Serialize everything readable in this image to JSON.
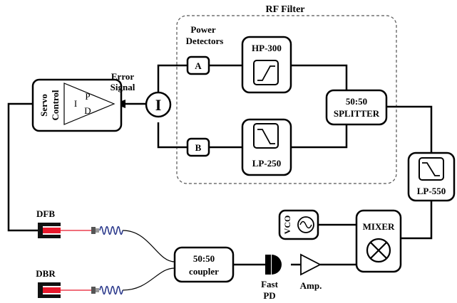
{
  "rf_filter": {
    "title": "RF Filter"
  },
  "power_detectors": {
    "label_line1": "Power",
    "label_line2": "Detectors",
    "a": "A",
    "b": "B"
  },
  "filters": {
    "hp": "HP-300",
    "lp": "LP-250",
    "lp_out": "LP-550"
  },
  "splitter": {
    "line1": "50:50",
    "line2": "SPLITTER"
  },
  "error_signal": {
    "line1": "Error",
    "line2": "Signal"
  },
  "subtractor": {
    "symbol": "I"
  },
  "servo": {
    "line1": "Servo",
    "line2": "Control",
    "p": "P",
    "i": "I",
    "d": "D"
  },
  "lasers": {
    "dfb": "DFB",
    "dbr": "DBR"
  },
  "coupler": {
    "line1": "50:50",
    "line2": "coupler"
  },
  "photodiode": {
    "line1": "Fast",
    "line2": "PD"
  },
  "amplifier": {
    "label": "Amp."
  },
  "vco": {
    "label": "VCO"
  },
  "mixer": {
    "label": "MIXER"
  },
  "colors": {
    "line": "#000000",
    "laser_red": "#e8192c",
    "fiber_blue": "#2c3a8c",
    "dash": "#555555"
  }
}
